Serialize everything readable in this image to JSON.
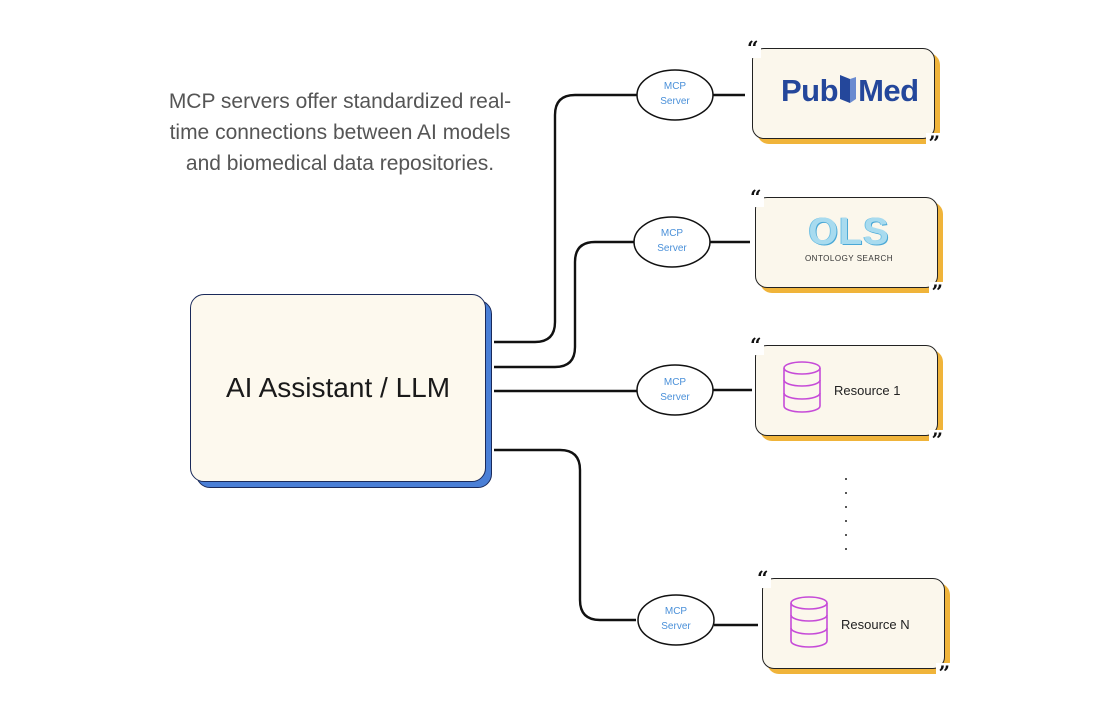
{
  "caption": "MCP servers offer standardized real-time connections between AI models and biomedical data repositories.",
  "llm": {
    "label": "AI Assistant / LLM"
  },
  "servers": [
    {
      "line1": "MCP",
      "line2": "Server"
    },
    {
      "line1": "MCP",
      "line2": "Server"
    },
    {
      "line1": "MCP",
      "line2": "Server"
    },
    {
      "line1": "MCP",
      "line2": "Server"
    }
  ],
  "resources": [
    {
      "logo": "pubmed-logo",
      "logo_text_a": "Pub",
      "logo_text_b": "Med"
    },
    {
      "logo": "ols-logo",
      "logo_text": "OLS",
      "logo_subtext": "ONTOLOGY SEARCH"
    },
    {
      "icon": "database-icon",
      "label": "Resource 1"
    },
    {
      "icon": "database-icon",
      "label": "Resource N"
    }
  ],
  "quotes": {
    "open": "“",
    "close": "”"
  },
  "colors": {
    "llm_fill": "#fdf9ee",
    "llm_shadow": "#4a7fd6",
    "card_shadow": "#f0b43a",
    "server_text": "#4a90d9",
    "db_icon": "#c64bd8",
    "pubmed_blue": "#24479b",
    "ols_blue": "#4aa8d6"
  }
}
